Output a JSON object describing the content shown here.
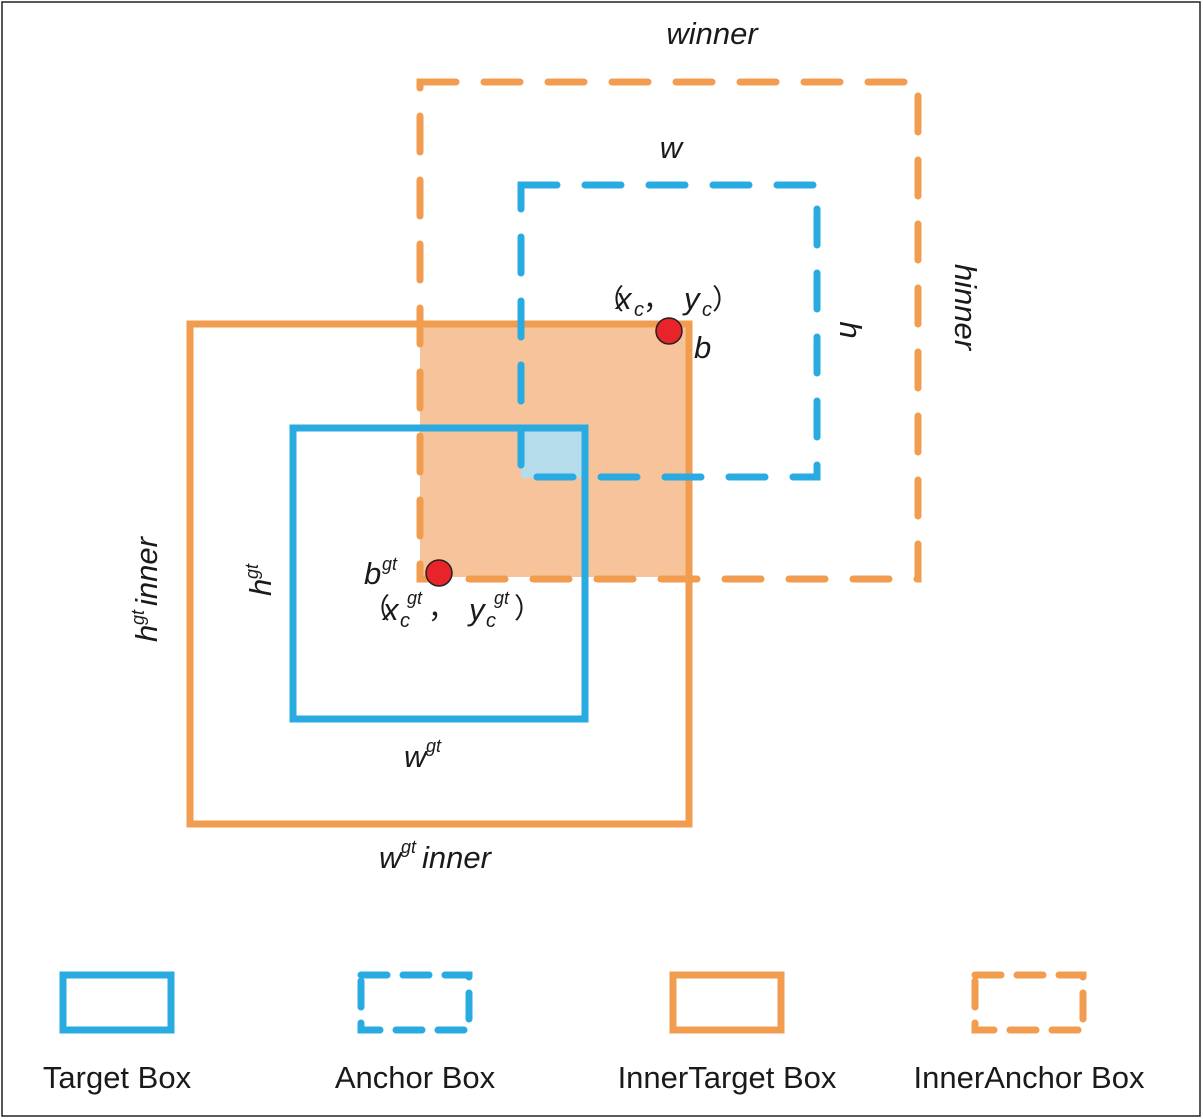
{
  "colors": {
    "blue": "#29abe2",
    "orange": "#f29c50",
    "overlap_orange": "#f7c39a",
    "overlap_blue": "#b5dcea",
    "center_point": "#e8232a",
    "frame": "#222222"
  },
  "labels": {
    "winner": "winner",
    "hinner": "hinner",
    "w": "w",
    "h": "h",
    "xc": "x",
    "xc_sub": "c",
    "yc": "y",
    "yc_sub": "c",
    "b": "b",
    "b_gt": "b",
    "gt": "gt",
    "h_gt": "h",
    "w_gt": "w",
    "h_gt_inner_suffix": "inner",
    "w_gt_inner_suffix": "inner",
    "paren_open": "（",
    "paren_close": "）",
    "comma": "，"
  },
  "legend": [
    {
      "label": "Target Box",
      "style": "solid",
      "color": "blue"
    },
    {
      "label": "Anchor Box",
      "style": "dashed",
      "color": "blue"
    },
    {
      "label": "InnerTarget Box",
      "style": "solid",
      "color": "orange"
    },
    {
      "label": "InnerAnchor Box",
      "style": "dashed",
      "color": "orange"
    }
  ]
}
